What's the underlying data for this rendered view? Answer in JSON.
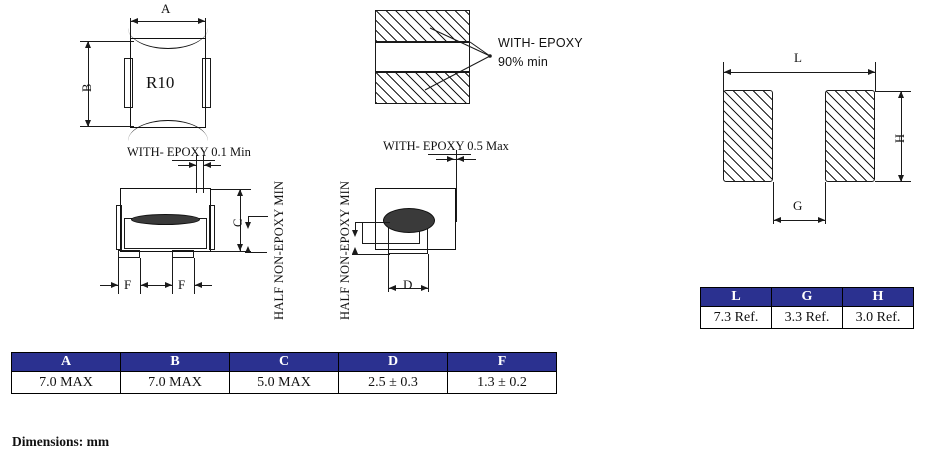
{
  "sheet": {
    "footnote": "Dimensions: mm",
    "accent_color": "#2b3190",
    "line_color": "#1a1a1a"
  },
  "views": {
    "top_view": {
      "name": "top-view",
      "part_marking": "R10",
      "dim_width_label": "A",
      "dim_height_label": "B"
    },
    "epoxy_section_view": {
      "name": "epoxy-cross-section-view",
      "note_line1": "WITH- EPOXY",
      "note_line2": "90%  min"
    },
    "side_view": {
      "name": "side-view",
      "note": "WITH- EPOXY 0.1 Min",
      "note_underlined_part": "EPOXY",
      "dim_height_label": "C",
      "dim_foot_label_1": "F",
      "dim_foot_label_2": "F",
      "vertical_note": "HALF NON-EPOXY  MIN"
    },
    "front_view": {
      "name": "front-view",
      "note": "WITH- EPOXY 0.5 Max",
      "note_underlined_part": "EPOXY",
      "dim_core_label": "D",
      "vertical_note": "HALF NON-EPOXY  MIN"
    },
    "land_pattern_view": {
      "name": "recommended-land-pattern-view",
      "dim_overall_label": "L",
      "dim_gap_label": "G",
      "dim_height_label": "H"
    }
  },
  "main_table": {
    "headers": [
      "A",
      "B",
      "C",
      "D",
      "F"
    ],
    "values": [
      "7.0 MAX",
      "7.0 MAX",
      "5.0 MAX",
      "2.5 ± 0.3",
      "1.3 ± 0.2"
    ]
  },
  "pad_table": {
    "headers": [
      "L",
      "G",
      "H"
    ],
    "values": [
      "7.3 Ref.",
      "3.3 Ref.",
      "3.0 Ref."
    ]
  }
}
